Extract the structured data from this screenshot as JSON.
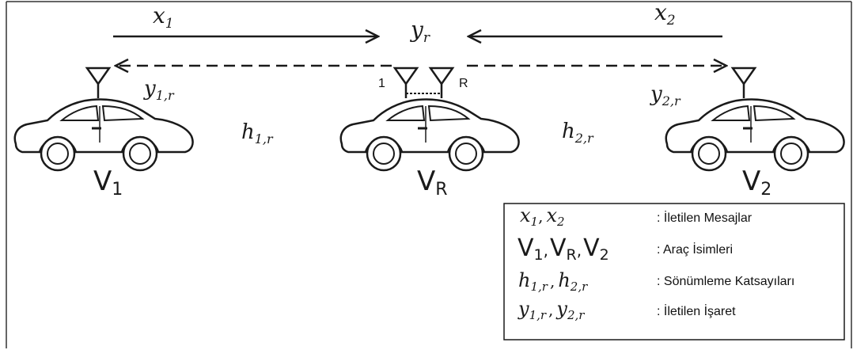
{
  "messages": {
    "x1": {
      "base": "x",
      "sub": "1"
    },
    "x2": {
      "base": "x",
      "sub": "2"
    },
    "yr": {
      "base": "y",
      "sub": "r"
    }
  },
  "signals": {
    "y1r": {
      "base": "y",
      "sub": "1,r"
    },
    "y2r": {
      "base": "y",
      "sub": "2,r"
    }
  },
  "fading": {
    "h1r": {
      "base": "h",
      "sub": "1,r"
    },
    "h2r": {
      "base": "h",
      "sub": "2,r"
    }
  },
  "vehicles": {
    "v1": {
      "base": "V",
      "sub": "1"
    },
    "vr": {
      "base": "V",
      "sub": "R"
    },
    "v2": {
      "base": "V",
      "sub": "2"
    }
  },
  "relay_antennas": {
    "first": "1",
    "last": "R"
  },
  "legend": {
    "row1_desc": ": İletilen Mesajlar",
    "row2_desc": ": Araç İsimleri",
    "row3_desc": ": Sönümleme Katsayıları",
    "row4_desc": ": İletilen İşaret",
    "sep": ","
  },
  "colors": {
    "line": "#1a1a1a",
    "border": "#333333"
  }
}
